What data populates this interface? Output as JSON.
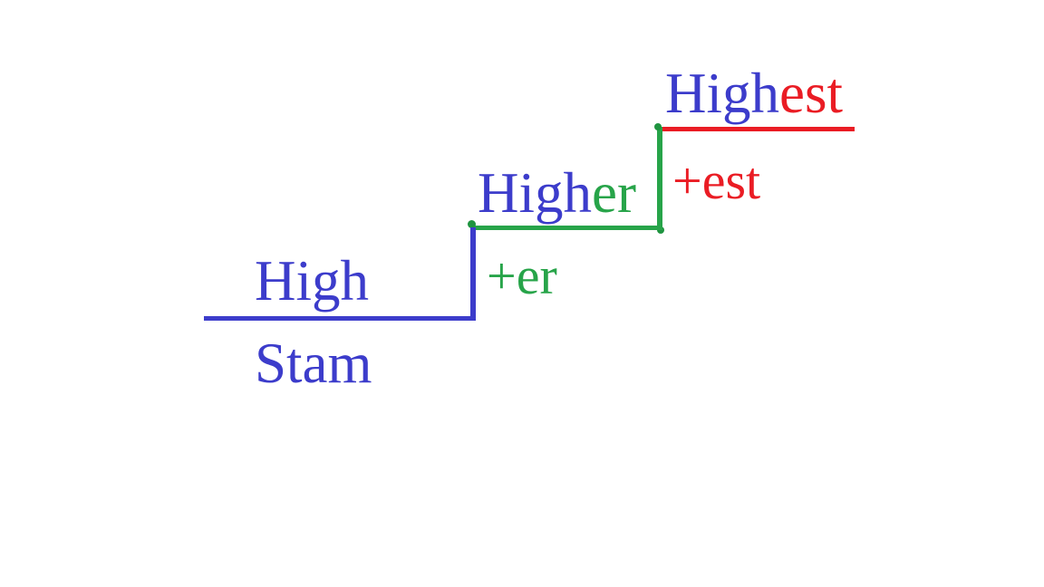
{
  "colors": {
    "background": "#ffffff",
    "blue": "#3c3ccb",
    "green": "#27a449",
    "red": "#ea1c24"
  },
  "ladder": {
    "positive": {
      "word": "High",
      "stem_label": "Stam"
    },
    "comparative": {
      "base": "High",
      "suffix": "er",
      "annotation": "+er"
    },
    "superlative": {
      "base": "High",
      "suffix": "est",
      "annotation": "+est"
    }
  }
}
